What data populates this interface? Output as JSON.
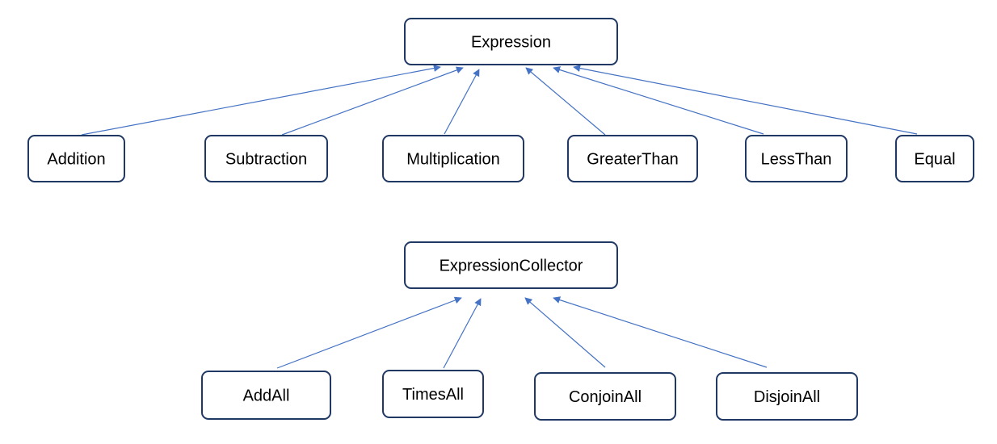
{
  "colors": {
    "edge": "#4472c4",
    "box_border": "#1f3864",
    "box_fill": "#ffffff",
    "text": "#000000"
  },
  "diagram": {
    "type": "class-hierarchy",
    "groups": [
      {
        "parent": "Expression",
        "children": [
          "Addition",
          "Subtraction",
          "Multiplication",
          "GreaterThan",
          "LessThan",
          "Equal"
        ]
      },
      {
        "parent": "ExpressionCollector",
        "children": [
          "AddAll",
          "TimesAll",
          "ConjoinAll",
          "DisjoinAll"
        ]
      }
    ]
  }
}
